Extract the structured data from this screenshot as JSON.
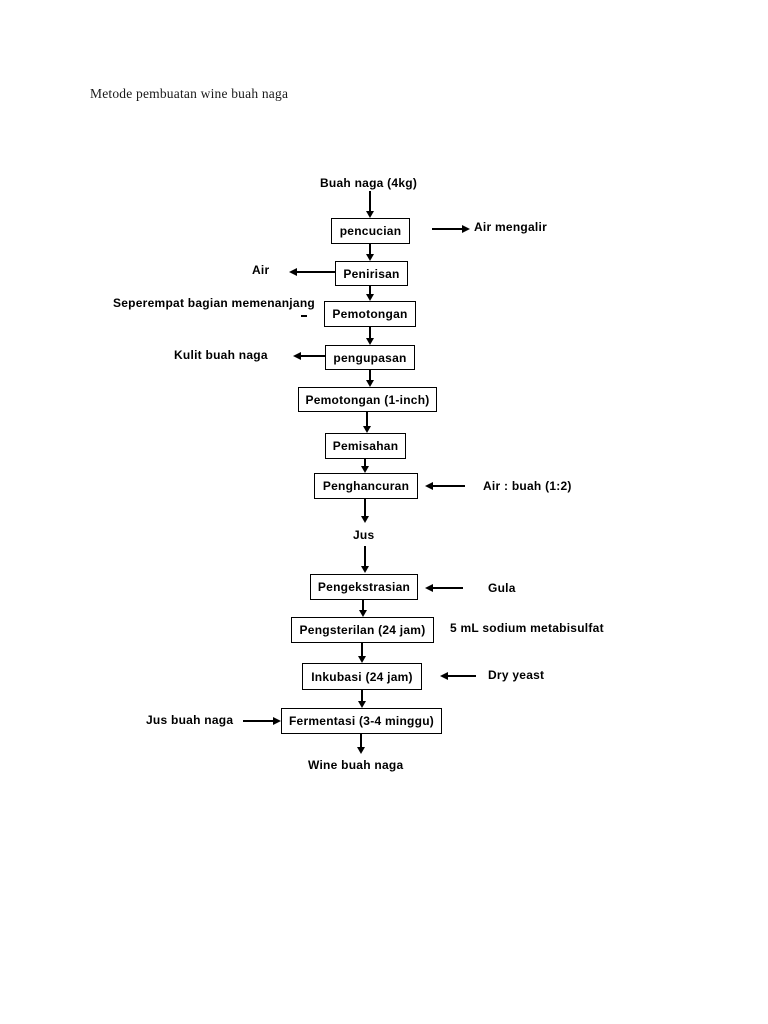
{
  "document": {
    "title": "Metode pembuatan wine buah naga"
  },
  "flowchart": {
    "start_label": "Buah naga (4kg)",
    "end_label": "Wine buah naga",
    "intermediate_label": "Jus",
    "nodes": [
      {
        "id": "pencucian",
        "label": "pencucian"
      },
      {
        "id": "penirisan",
        "label": "Penirisan"
      },
      {
        "id": "pemotongan",
        "label": "Pemotongan"
      },
      {
        "id": "pengupasan",
        "label": "pengupasan"
      },
      {
        "id": "pemotongan-1-inch",
        "label": "Pemotongan (1-inch)"
      },
      {
        "id": "pemisahan",
        "label": "Pemisahan"
      },
      {
        "id": "penghancuran",
        "label": "Penghancuran"
      },
      {
        "id": "pengekstrasian",
        "label": "Pengekstrasian"
      },
      {
        "id": "pengsterilan",
        "label": "Pengsterilan (24 jam)"
      },
      {
        "id": "inkubasi",
        "label": "Inkubasi (24 jam)"
      },
      {
        "id": "fermentasi",
        "label": "Fermentasi (3-4 minggu)"
      }
    ],
    "side_labels": [
      {
        "id": "air-mengalir",
        "label": "Air mengalir",
        "side": "right",
        "from": "pencucian"
      },
      {
        "id": "air",
        "label": "Air",
        "side": "left",
        "from": "penirisan"
      },
      {
        "id": "seperempat-bagian",
        "label": "Seperempat bagian memenanjang",
        "side": "left",
        "from": "pemotongan"
      },
      {
        "id": "kulit-buah-naga",
        "label": "Kulit buah naga",
        "side": "left",
        "from": "pengupasan"
      },
      {
        "id": "air-buah-ratio",
        "label": "Air : buah (1:2)",
        "side": "right",
        "from": "penghancuran"
      },
      {
        "id": "gula",
        "label": "Gula",
        "side": "right",
        "from": "pengekstrasian"
      },
      {
        "id": "sodium-metabisulfat",
        "label": "5 mL sodium metabisulfat",
        "side": "right",
        "from": "pengsterilan"
      },
      {
        "id": "dry-yeast",
        "label": "Dry yeast",
        "side": "right",
        "from": "inkubasi"
      },
      {
        "id": "jus-buah-naga",
        "label": "Jus buah naga",
        "side": "left",
        "from": "fermentasi"
      }
    ]
  },
  "colors": {
    "stroke": "#000000",
    "background": "#ffffff",
    "text": "#000000"
  }
}
